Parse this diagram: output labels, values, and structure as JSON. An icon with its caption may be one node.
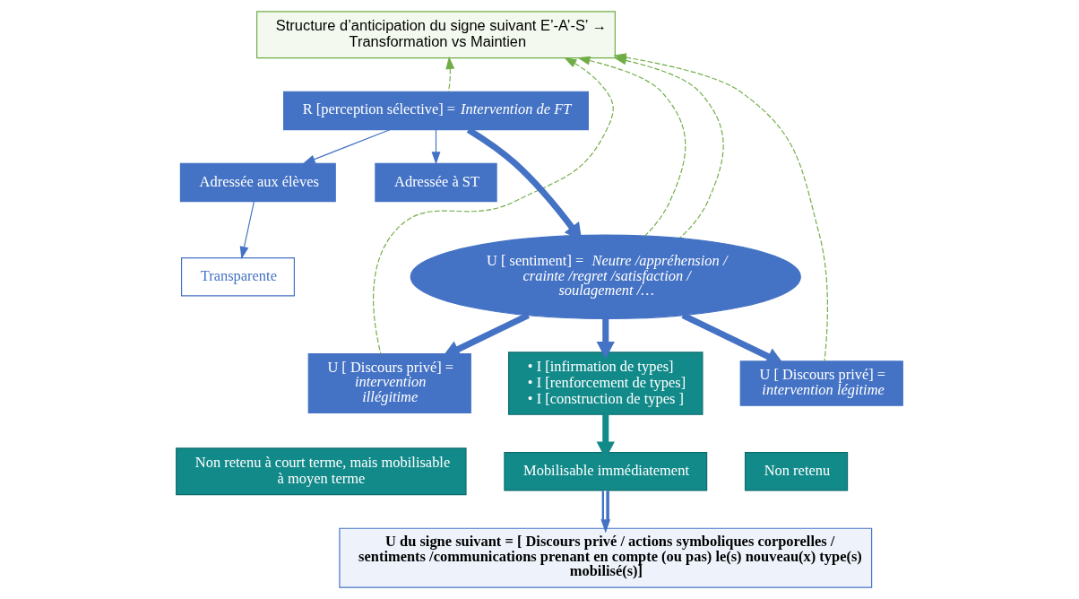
{
  "diagram": {
    "nodes": [
      {
        "text": [
          "Structure d’anticipation du signe suivant E’-A’-S’ → Transformation vs Maintien"
        ]
      },
      {
        "text": [
          "R [perception sélective] = *Intervention de FT*"
        ]
      },
      {
        "text": [
          "Adressée aux élèves"
        ]
      },
      {
        "text": [
          "Adressée à ST"
        ]
      },
      {
        "text": [
          "Transparente"
        ]
      },
      {
        "text": [
          "U [ sentiment] = *Neutre /appréhension / crainte /regret /satisfaction / soulagement /…*"
        ]
      },
      {
        "text": [
          "U [ Discours privé] = *intervention illégitime*"
        ]
      },
      {
        "text": [
          "U [ Discours privé] = *intervention légitime*"
        ]
      },
      {
        "text": [
          "• I [infirmation de types]",
          "• I [renforcement de types]",
          "• I [construction de types ]"
        ]
      },
      {
        "text": [
          "Non retenu à court terme, mais mobilisable à moyen terme"
        ]
      },
      {
        "text": [
          "Mobilisable immédiatement"
        ]
      },
      {
        "text": [
          "Non retenu"
        ]
      },
      {
        "text": [
          "U du signe suivant = [ Discours privé / actions symboliques corporelles / sentiments /communications prenant en compte (ou pas) le(s) nouveau(x) type(s) mobilisé(s)]"
        ]
      }
    ],
    "edges": [
      {
        "from": 1,
        "to": 2,
        "arrow": "to"
      },
      {
        "from": 1,
        "to": 3,
        "arrow": "to"
      },
      {
        "from": 2,
        "to": 4,
        "arrow": "to"
      },
      {
        "from": 1,
        "to": 5,
        "arrow": "to",
        "style": "thick"
      },
      {
        "from": 5,
        "to": 6,
        "arrow": "to",
        "style": "thick"
      },
      {
        "from": 5,
        "to": 7,
        "arrow": "to",
        "style": "thick"
      },
      {
        "from": 5,
        "to": 8,
        "arrow": "to",
        "style": "thick"
      },
      {
        "from": 8,
        "to": 10,
        "arrow": "to",
        "style": "thick",
        "color": "#138a8a"
      },
      {
        "from": 10,
        "to": 12,
        "arrow": "to",
        "style": "thick"
      },
      {
        "from": 1,
        "to": 0,
        "arrow": "to",
        "style": "dashed",
        "color": "#70ad47"
      },
      {
        "from": 6,
        "to": 0,
        "arrow": "to",
        "style": "dashed",
        "color": "#70ad47"
      },
      {
        "from": 5,
        "to": 0,
        "arrow": "to",
        "style": "dashed",
        "color": "#70ad47"
      },
      {
        "from": 5,
        "to": 0,
        "arrow": "to",
        "style": "dashed",
        "color": "#70ad47"
      },
      {
        "from": 7,
        "to": 0,
        "arrow": "to",
        "style": "dashed",
        "color": "#70ad47"
      }
    ]
  }
}
